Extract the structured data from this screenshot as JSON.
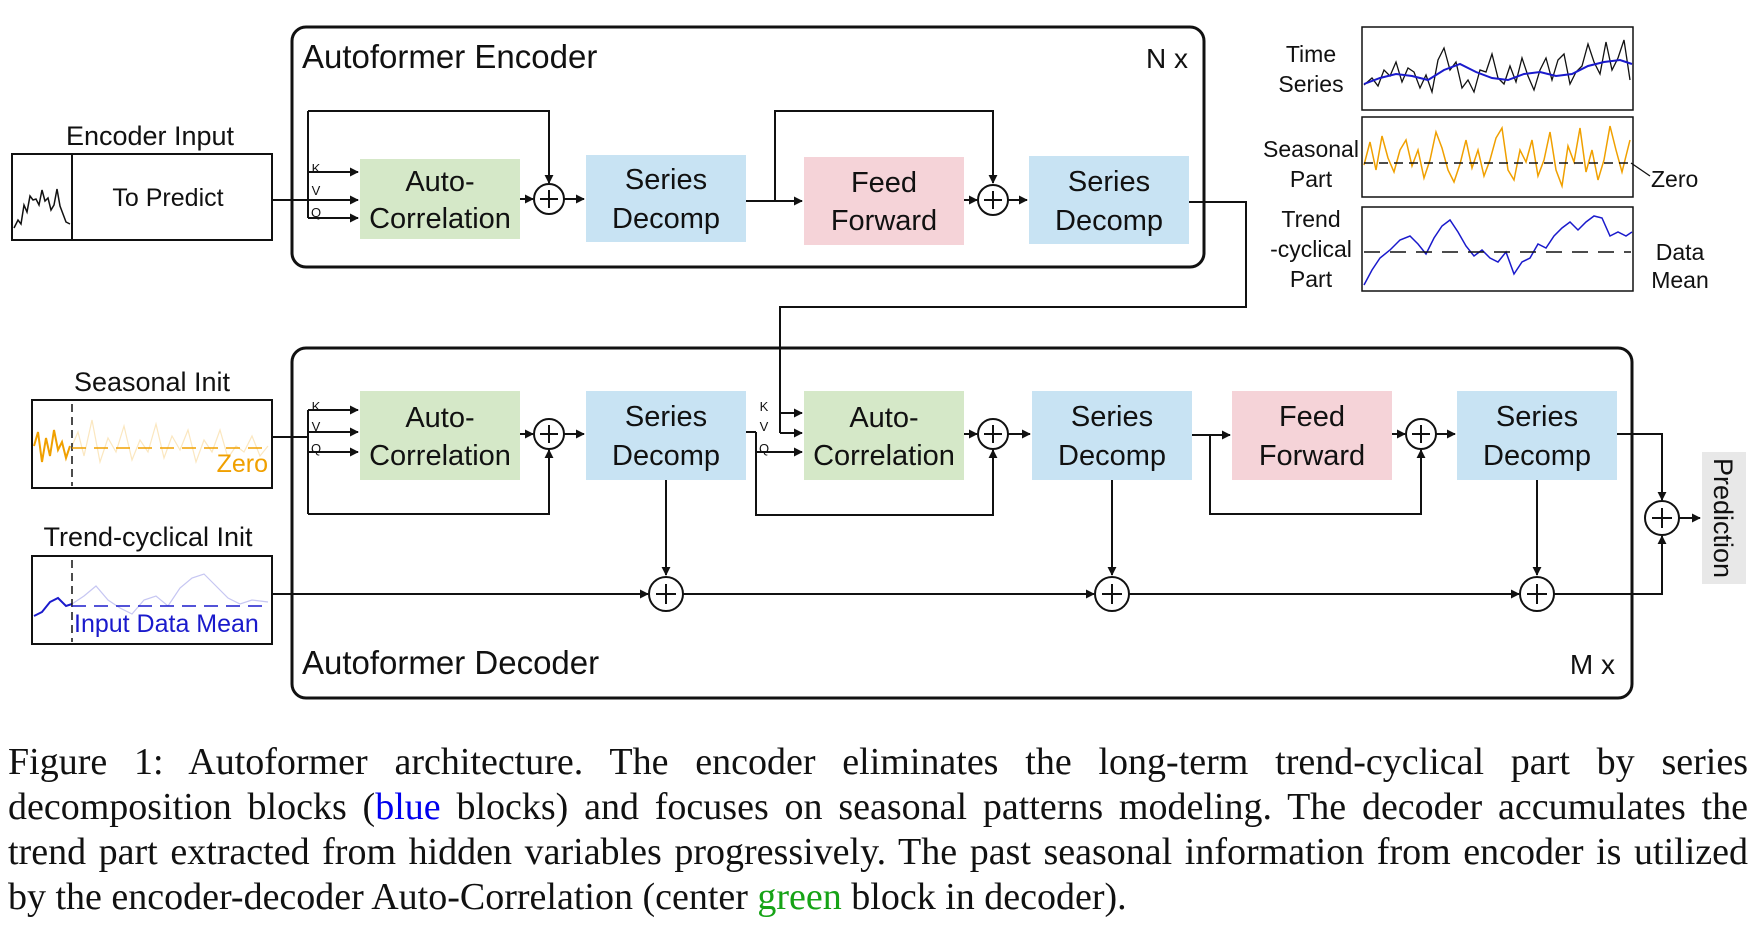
{
  "encoder": {
    "title": "Autoformer Encoder",
    "repeat": "N x",
    "blocks": {
      "autocorr": [
        "Auto-",
        "Correlation"
      ],
      "decomp1": [
        "Series",
        "Decomp"
      ],
      "ff": [
        "Feed",
        "Forward"
      ],
      "decomp2": [
        "Series",
        "Decomp"
      ]
    },
    "kvq": [
      "K",
      "V",
      "Q"
    ]
  },
  "decoder": {
    "title": "Autoformer Decoder",
    "repeat": "M x",
    "blocks": {
      "autocorr1": [
        "Auto-",
        "Correlation"
      ],
      "decomp1": [
        "Series",
        "Decomp"
      ],
      "autocorr2": [
        "Auto-",
        "Correlation"
      ],
      "decomp2": [
        "Series",
        "Decomp"
      ],
      "ff": [
        "Feed",
        "Forward"
      ],
      "decomp3": [
        "Series",
        "Decomp"
      ]
    },
    "kvq": [
      "K",
      "V",
      "Q"
    ]
  },
  "inputs": {
    "encoder_input": "Encoder Input",
    "to_predict": "To Predict",
    "seasonal_init": "Seasonal Init",
    "seasonal_zero": "Zero",
    "trend_init": "Trend-cyclical Init",
    "trend_mean": "Input Data Mean"
  },
  "legend": {
    "time_series": [
      "Time",
      "Series"
    ],
    "seasonal_part": [
      "Seasonal",
      "Part"
    ],
    "trend_part": [
      "Trend",
      "-cyclical",
      "Part"
    ],
    "zero": "Zero",
    "data_mean": [
      "Data",
      "Mean"
    ]
  },
  "output": "Prediction",
  "colors": {
    "green_block": "#d5e8c8",
    "blue_block": "#c8e3f3",
    "pink_block": "#f5d3d8",
    "seasonal_line": "#f0a000",
    "trend_line": "#1a1acc"
  },
  "caption": {
    "part1": "Figure 1: Autoformer architecture. The encoder eliminates the long-term trend-cyclical part by series decomposition blocks (",
    "blue_word": "blue",
    "part2": " blocks) and focuses on seasonal patterns modeling. The decoder accumulates the trend part extracted from hidden variables progressively. The past seasonal information from encoder is utilized by the encoder-decoder Auto-Correlation (center ",
    "green_word": "green",
    "part3": " block in decoder)."
  }
}
